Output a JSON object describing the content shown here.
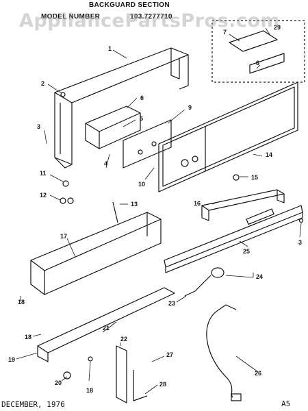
{
  "header": {
    "section_title": "BACKGUARD SECTION",
    "model_label": "MODEL NUMBER",
    "model_number": "103.7277710"
  },
  "watermark": "AppliancePartsPros.com",
  "footer": {
    "date": "DECEMBER, 1976",
    "page_code": "A5"
  },
  "callouts": [
    "1",
    "2",
    "3",
    "4",
    "5",
    "6",
    "7",
    "8",
    "9",
    "10",
    "11",
    "12",
    "13",
    "14",
    "15",
    "16",
    "3",
    "17",
    "18",
    "18",
    "18",
    "19",
    "20",
    "21",
    "22",
    "23",
    "24",
    "25",
    "26",
    "27",
    "28",
    "29"
  ]
}
